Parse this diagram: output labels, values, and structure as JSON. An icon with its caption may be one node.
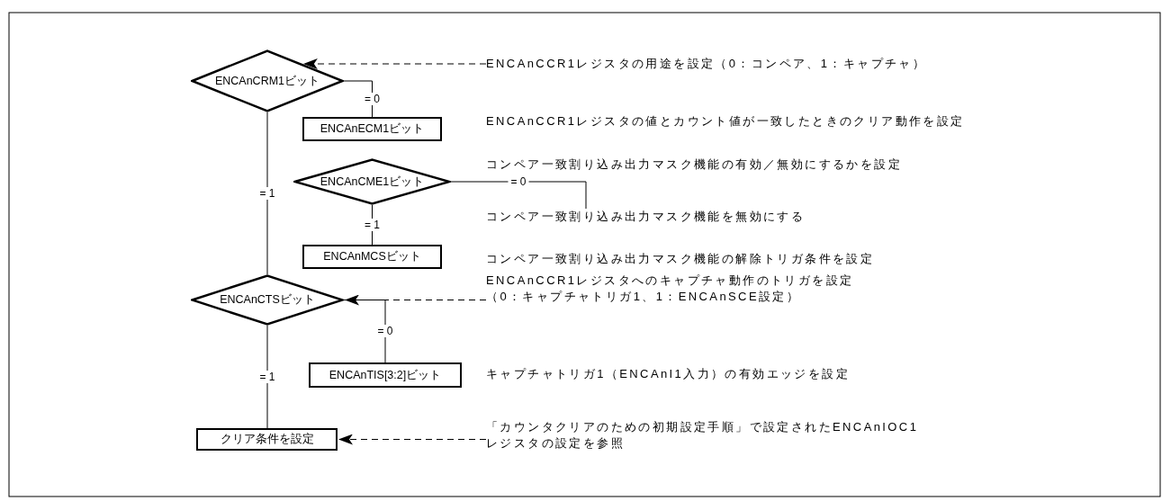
{
  "diagram": {
    "nodes": [
      {
        "text": [
          "ENCAnCRM1ビット"
        ]
      },
      {
        "text": [
          "ENCAnCCR1レジスタの用途を設定（0：コンペア、1：キャプチャ）"
        ]
      },
      {
        "text": [
          "ENCAnECM1ビット"
        ]
      },
      {
        "text": [
          "ENCAnCME1ビット"
        ]
      },
      {
        "text": [
          "コンペア一致割り込み出力マスク機能を無効にする"
        ]
      },
      {
        "text": [
          "ENCAnMCSビット"
        ]
      },
      {
        "text": [
          "ENCAnCTSビット"
        ]
      },
      {
        "text": [
          "ENCAnCCR1レジスタへのキャプチャ動作のトリガを設定（0：キャプチャトリガ1、1：ENCAnSCE設定）"
        ]
      },
      {
        "text": [
          "ENCAnTIS[3:2]ビット"
        ]
      },
      {
        "text": [
          "クリア条件を設定"
        ]
      },
      {
        "text": [
          "「カウンタクリアのための初期設定手順」で設定されたENCAnIOC1レジスタの設定を参照"
        ]
      }
    ],
    "edges": [
      {
        "from": 0,
        "to": 2,
        "arrow": "none",
        "label": "= 0"
      },
      {
        "from": 0,
        "to": 6,
        "arrow": "none",
        "label": "= 1"
      },
      {
        "from": 3,
        "to": 4,
        "arrow": "none",
        "label": "= 0"
      },
      {
        "from": 3,
        "to": 5,
        "arrow": "none",
        "label": "= 1"
      },
      {
        "from": 6,
        "to": 8,
        "arrow": "none",
        "label": "= 0"
      },
      {
        "from": 6,
        "to": 9,
        "arrow": "none",
        "label": "= 1"
      },
      {
        "from": 1,
        "to": 0,
        "arrow": "to",
        "style": "dashed"
      },
      {
        "from": 7,
        "to": 6,
        "arrow": "to",
        "style": "dashed"
      },
      {
        "from": 10,
        "to": 9,
        "arrow": "to",
        "style": "dashed"
      }
    ],
    "labels": [
      "ENCAnCCR1レジスタの値とカウント値が一致したときのクリア動作を設定",
      "コンペア一致割り込み出力マスク機能の有効／無効にするかを設定",
      "コンペア一致割り込み出力マスク機能の解除トリガ条件を設定",
      "キャプチャトリガ1（ENCAnI1入力）の有効エッジを設定"
    ]
  }
}
